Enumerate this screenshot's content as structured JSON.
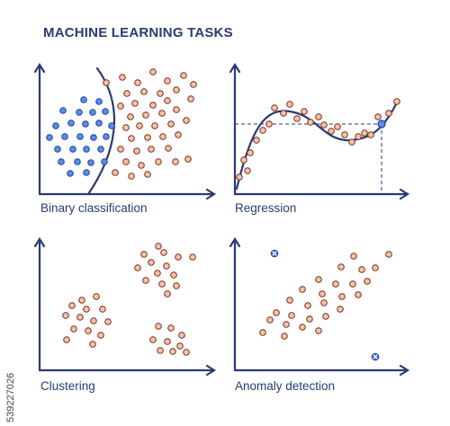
{
  "title": "MACHINE LEARNING TASKS",
  "panels": [
    {
      "caption": "Binary classification"
    },
    {
      "caption": "Regression"
    },
    {
      "caption": "Clustering"
    },
    {
      "caption": "Anomaly detection"
    }
  ],
  "stock_id": "539227026",
  "colors": {
    "axis": "#2b3a73",
    "orange_fill": "#f3c4a8",
    "orange_stroke": "#7a2c1a",
    "blue_fill": "#5b8ee6",
    "blue_stroke": "#1c3f9c",
    "anomaly_fill": "#4a78d6"
  }
}
